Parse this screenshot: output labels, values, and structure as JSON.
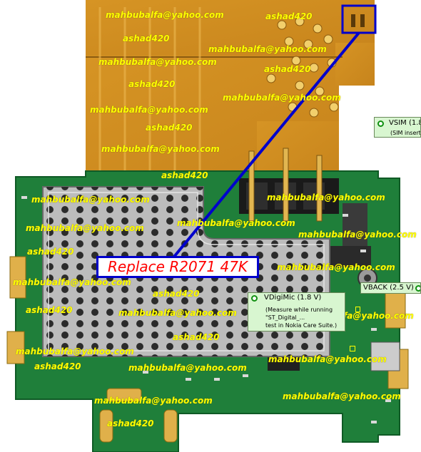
{
  "annotation": {
    "replace_label": "Replace R2071 47K",
    "color_text": "#ff0000",
    "color_frame": "#0000cc"
  },
  "test_points": {
    "vsim": {
      "title": "VSIM (1.8",
      "note": "(SIM insert"
    },
    "vback": {
      "title": "VBACK (2.5 V)"
    },
    "vdigimic": {
      "title": "VDigiMic (1.8 V)",
      "note_lines": [
        "(Measure while running",
        "\"ST_Digital_...",
        "test in   Nokia Care Suite.)"
      ]
    }
  },
  "watermarks": {
    "email": "mahbubalfa@yahoo.com",
    "name": "ashad420",
    "color": "#ffff00"
  },
  "colors": {
    "flex_cable": "#d89a2a",
    "pcb": "#1f7f3a",
    "shield": "#b9b9b9",
    "pads": "#e0b04a"
  }
}
